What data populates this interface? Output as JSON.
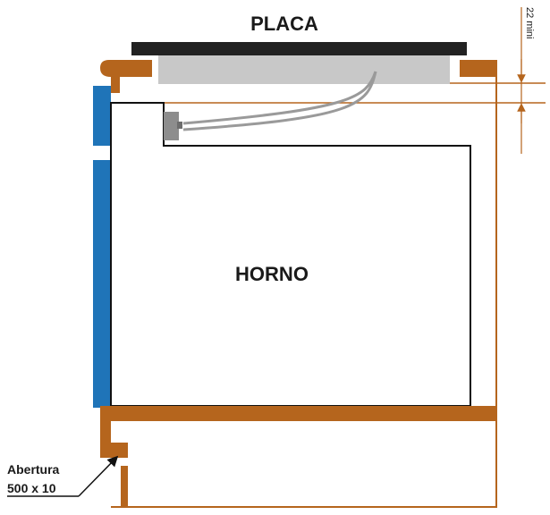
{
  "labels": {
    "cooktop": "PLACA",
    "oven": "HORNO",
    "opening_line1": "Abertura",
    "opening_line2": "500 x 10",
    "clearance": "22 mini"
  },
  "colors": {
    "wood": "#b5651d",
    "door": "#1f74b8",
    "cooktop_top": "#222222",
    "cooktop_body": "#c8c8c8",
    "cable": "#9a9a9a",
    "outline": "#111111"
  }
}
